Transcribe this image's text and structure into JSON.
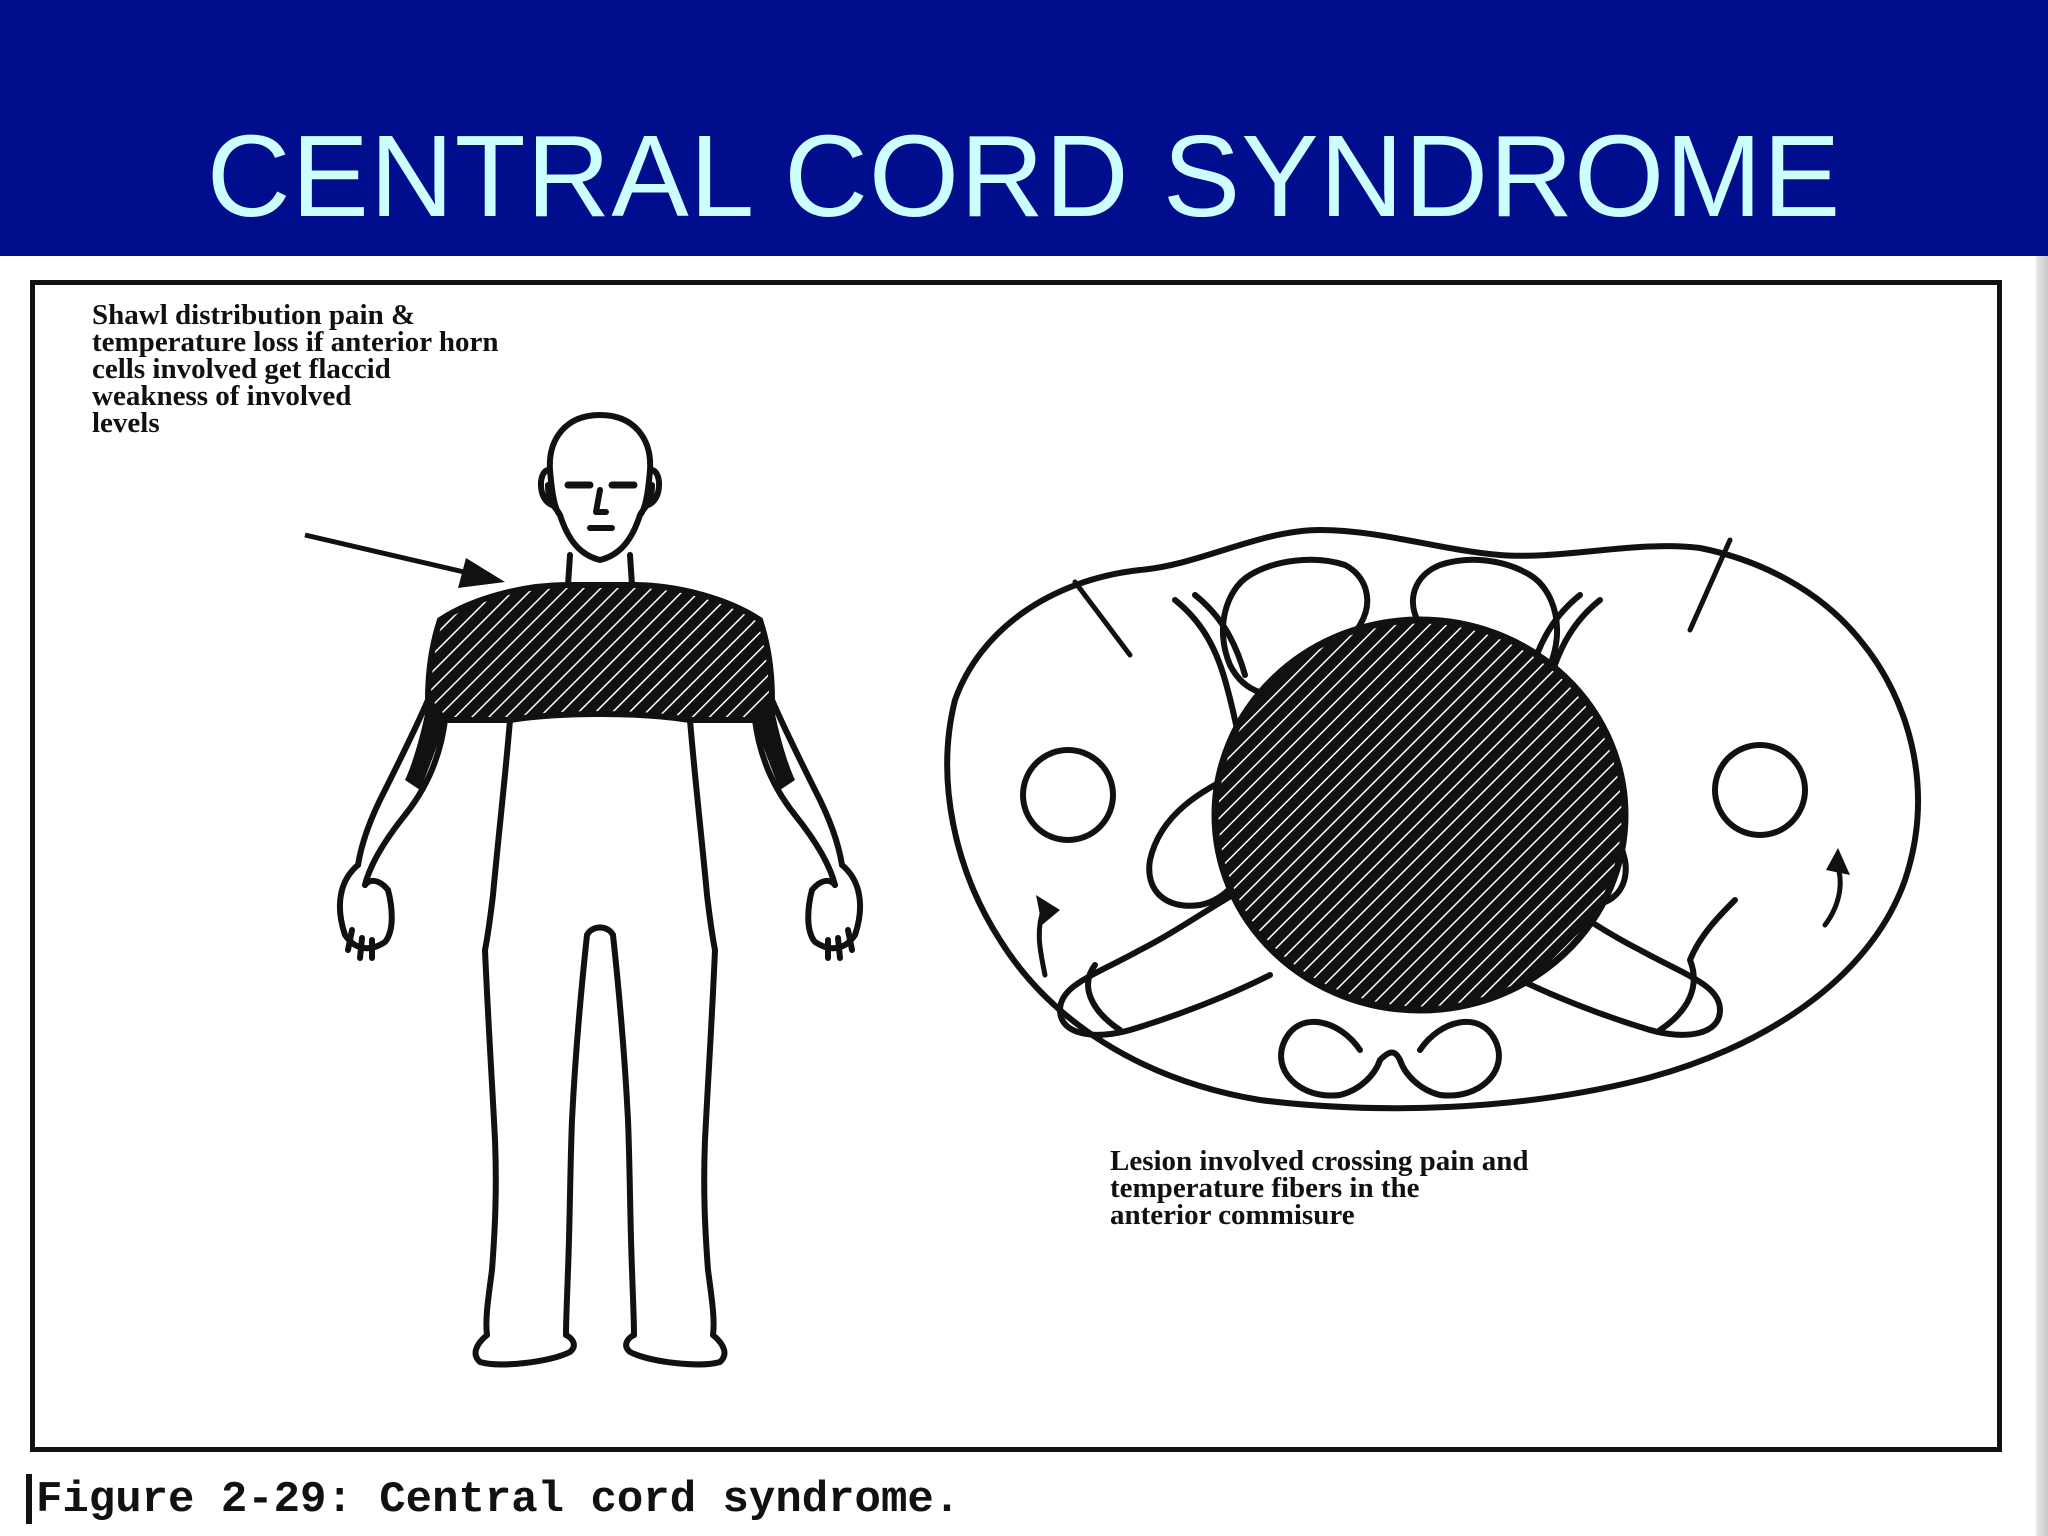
{
  "slide": {
    "title": "CENTRAL CORD SYNDROME"
  },
  "figure": {
    "shawl_note": "Shawl distribution pain &\ntemperature loss if anterior horn\ncells involved get flaccid\nweakness of involved\nlevels",
    "lesion_note": "Lesion involved crossing pain and\ntemperature fibers in the\nanterior commisure",
    "caption": "Figure 2-29: Central cord syndrome."
  },
  "colors": {
    "banner": "#000d8c",
    "title_text": "#ccffff",
    "ink": "#111111",
    "background": "#ffffff"
  }
}
